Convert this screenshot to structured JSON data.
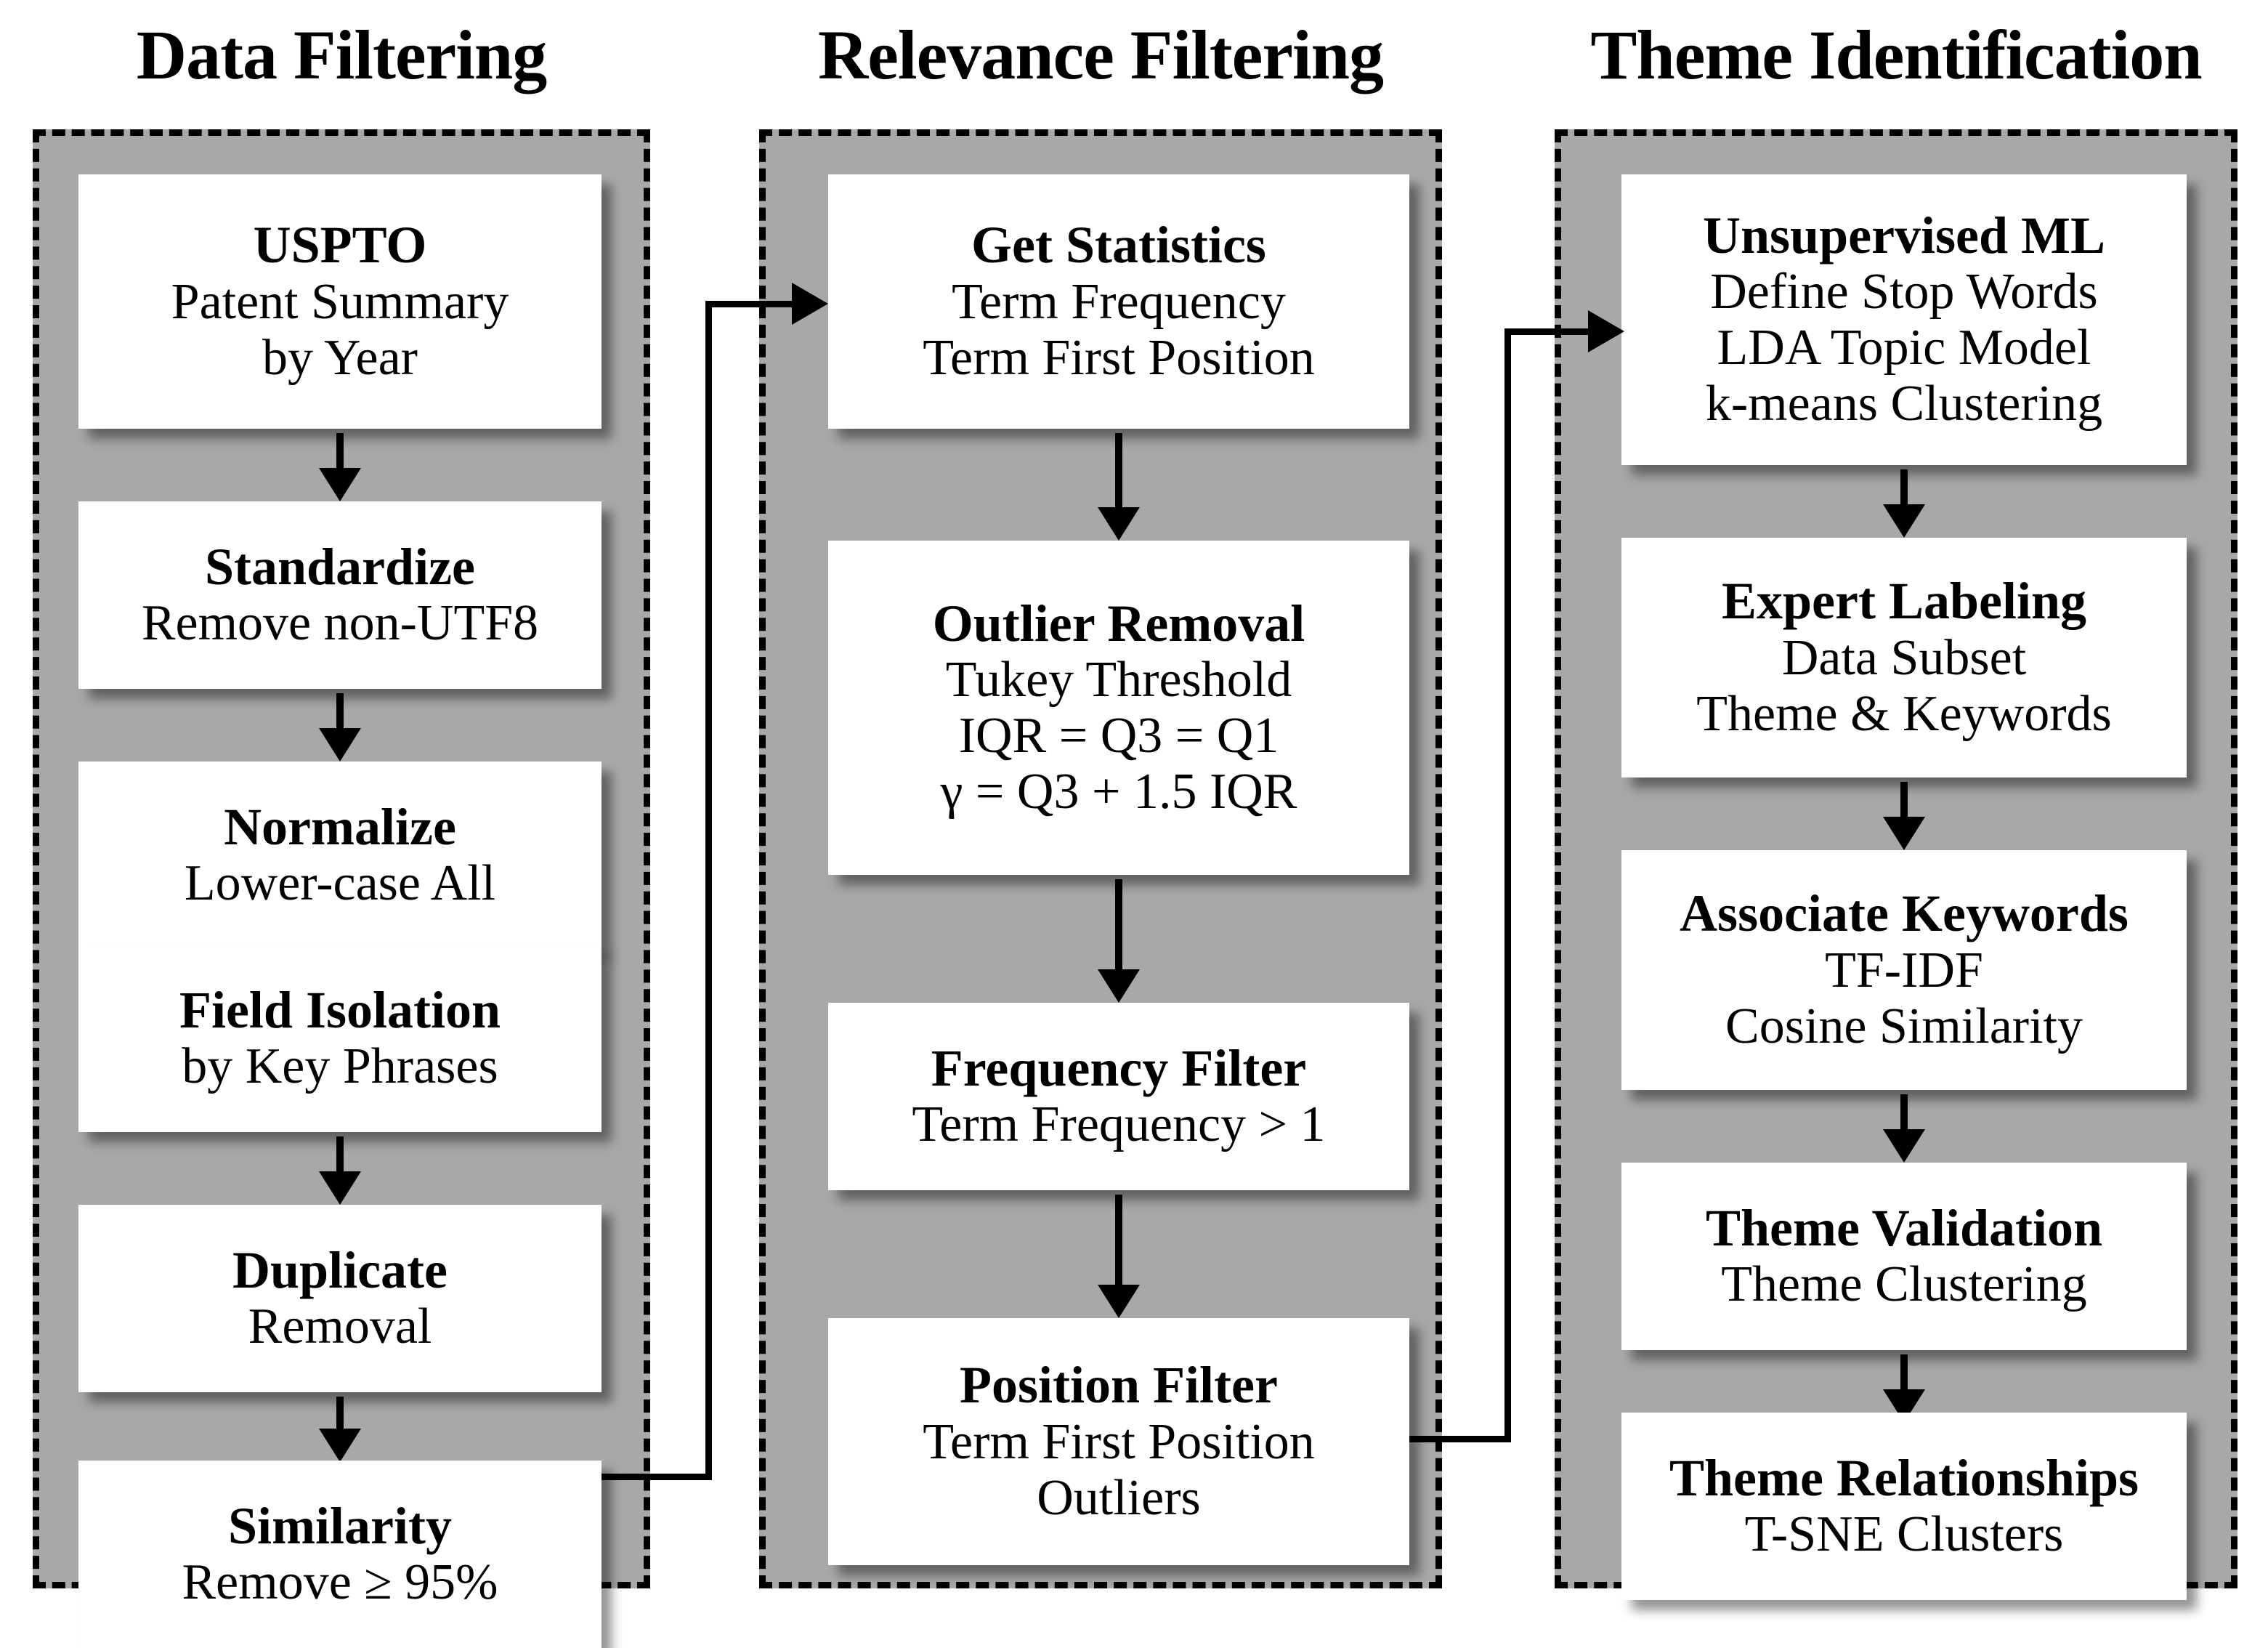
{
  "diagram": {
    "title": "Patent Text Mining Methodology Flowchart",
    "panel_fill": "#a8a8a8",
    "box_fill": "#ffffff",
    "line_color": "#000000"
  },
  "columns": [
    {
      "id": "data-filtering",
      "header": "Data Filtering",
      "boxes": [
        {
          "title": "USPTO",
          "lines": [
            "Patent Summary",
            "by Year"
          ]
        },
        {
          "title": "Standardize",
          "lines": [
            "Remove non-UTF8"
          ]
        },
        {
          "title": "Normalize",
          "lines": [
            "Lower-case All"
          ]
        },
        {
          "title": "Field Isolation",
          "lines": [
            "by Key Phrases"
          ]
        },
        {
          "title": "Duplicate",
          "lines": [
            "Removal"
          ]
        },
        {
          "title": "Similarity",
          "lines": [
            "Remove ≥ 95%"
          ]
        }
      ]
    },
    {
      "id": "relevance-filtering",
      "header": "Relevance Filtering",
      "boxes": [
        {
          "title": "Get Statistics",
          "lines": [
            "Term Frequency",
            "Term First Position"
          ]
        },
        {
          "title": "Outlier Removal",
          "lines": [
            "Tukey Threshold",
            "IQR = Q3 = Q1",
            "γ = Q3 + 1.5 IQR"
          ]
        },
        {
          "title": "Frequency Filter",
          "lines": [
            "Term Frequency > 1"
          ]
        },
        {
          "title": "Position Filter",
          "lines": [
            "Term First Position",
            "Outliers"
          ]
        }
      ]
    },
    {
      "id": "theme-identification",
      "header": "Theme Identification",
      "boxes": [
        {
          "title": "Unsupervised ML",
          "lines": [
            "Define Stop Words",
            "LDA Topic Model",
            "k-means Clustering"
          ]
        },
        {
          "title": "Expert Labeling",
          "lines": [
            "Data Subset",
            "Theme & Keywords"
          ]
        },
        {
          "title": "Associate Keywords",
          "lines": [
            "TF-IDF",
            "Cosine Similarity"
          ]
        },
        {
          "title": "Theme Validation",
          "lines": [
            "Theme Clustering"
          ]
        },
        {
          "title": "Theme Relationships",
          "lines": [
            "T-SNE Clusters"
          ]
        }
      ]
    }
  ],
  "connectors": [
    {
      "id": "similarity-to-get-statistics",
      "from": "Similarity",
      "to": "Get Statistics"
    },
    {
      "id": "position-filter-to-unsupervised-ml",
      "from": "Position Filter",
      "to": "Unsupervised ML"
    }
  ]
}
